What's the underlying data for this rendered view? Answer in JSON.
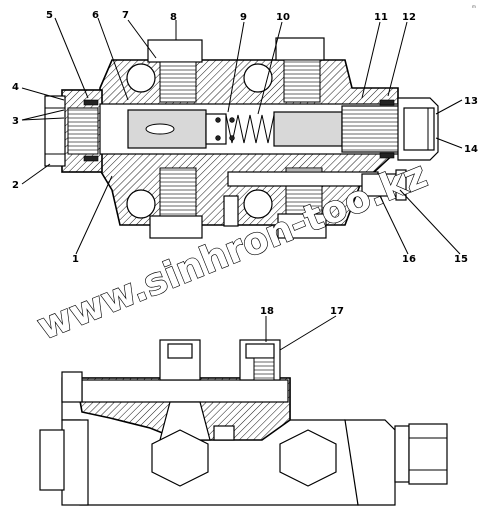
{
  "corner_mark": "m",
  "watermark": "www.sinhron-too.kz",
  "callouts": [
    {
      "id": "c1",
      "text": "1"
    },
    {
      "id": "c2",
      "text": "2"
    },
    {
      "id": "c3",
      "text": "3"
    },
    {
      "id": "c4",
      "text": "4"
    },
    {
      "id": "c5",
      "text": "5"
    },
    {
      "id": "c6",
      "text": "6"
    },
    {
      "id": "c7",
      "text": "7"
    },
    {
      "id": "c8",
      "text": "8"
    },
    {
      "id": "c9",
      "text": "9"
    },
    {
      "id": "c10",
      "text": "10"
    },
    {
      "id": "c11",
      "text": "11"
    },
    {
      "id": "c12",
      "text": "12"
    },
    {
      "id": "c13",
      "text": "13"
    },
    {
      "id": "c14",
      "text": "14"
    },
    {
      "id": "c15",
      "text": "15"
    },
    {
      "id": "c16",
      "text": "16"
    },
    {
      "id": "c17",
      "text": "17"
    },
    {
      "id": "c18",
      "text": "18"
    }
  ]
}
